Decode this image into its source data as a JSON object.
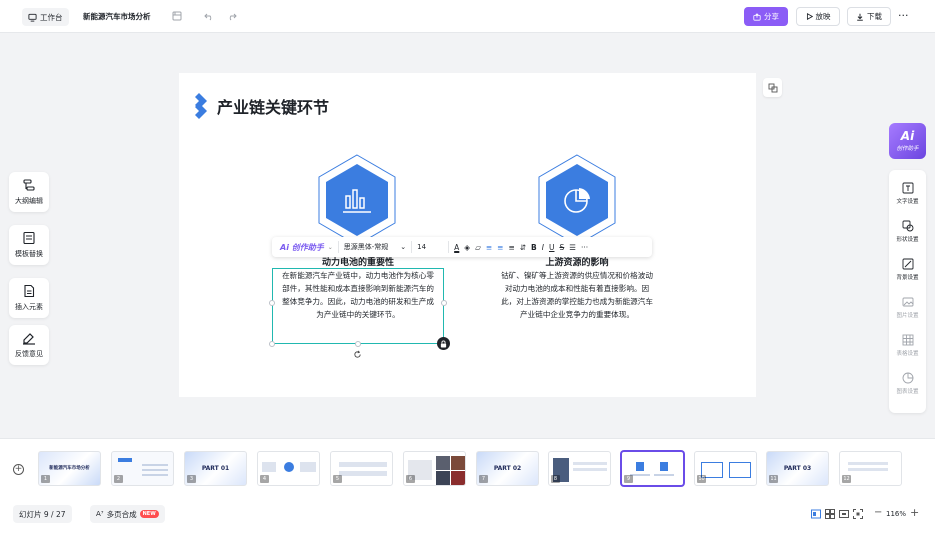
{
  "header": {
    "workspace_label": "工作台",
    "doc_title": "新能源汽车市场分析",
    "share_label": "分享",
    "play_label": "放映",
    "download_label": "下载",
    "more_label": "···"
  },
  "left_tools": [
    {
      "label": "大纲编辑",
      "icon": "outline-icon"
    },
    {
      "label": "模板替换",
      "icon": "template-icon"
    },
    {
      "label": "插入元素",
      "icon": "insert-icon"
    },
    {
      "label": "反馈意见",
      "icon": "feedback-icon"
    }
  ],
  "slide": {
    "title": "产业链关键环节",
    "items": [
      {
        "heading": "动力电池的重要性",
        "icon": "bar-chart-icon",
        "lines": [
          "在新能源汽车产业链中，动力电池作为核心零",
          "部件，其性能和成本直接影响到新能源汽车的",
          "整体竞争力。因此，动力电池的研发和生产成",
          "为产业链中的关键环节。"
        ]
      },
      {
        "heading": "上游资源的影响",
        "icon": "pie-chart-icon",
        "lines": [
          "钴矿、镍矿等上游资源的供应情况和价格波动",
          "对动力电池的成本和性能有着直接影响。因",
          "此，对上游资源的掌控能力也成为新能源汽车",
          "产业链中企业竞争力的重要体现。"
        ]
      }
    ]
  },
  "text_toolbar": {
    "ai_label": "Ai 创作助手",
    "font_name": "思源黑体-常规",
    "font_size": "14",
    "tools": [
      "A",
      "◈",
      "▱",
      "≡",
      "≡",
      "≡",
      "⇵",
      "B",
      "I",
      "U",
      "S",
      "☰",
      "···"
    ]
  },
  "right_panel": {
    "ai_big": "Ai",
    "ai_small": "创作助手",
    "items": [
      {
        "label": "文字设置",
        "icon": "text-settings-icon",
        "enabled": true
      },
      {
        "label": "形状设置",
        "icon": "shape-settings-icon",
        "enabled": true
      },
      {
        "label": "背景设置",
        "icon": "background-settings-icon",
        "enabled": true
      },
      {
        "label": "图片设置",
        "icon": "image-settings-icon",
        "enabled": false
      },
      {
        "label": "表格设置",
        "icon": "table-settings-icon",
        "enabled": false
      },
      {
        "label": "图表设置",
        "icon": "chart-settings-icon",
        "enabled": false
      }
    ]
  },
  "thumbnails": [
    {
      "num": "1",
      "text": "新能源汽车市场分析"
    },
    {
      "num": "2",
      "text": ""
    },
    {
      "num": "3",
      "text": "PART 01"
    },
    {
      "num": "4",
      "text": ""
    },
    {
      "num": "5",
      "text": ""
    },
    {
      "num": "6",
      "text": ""
    },
    {
      "num": "7",
      "text": "PART 02"
    },
    {
      "num": "8",
      "text": ""
    },
    {
      "num": "9",
      "text": ""
    },
    {
      "num": "10",
      "text": ""
    },
    {
      "num": "11",
      "text": "PART 03"
    },
    {
      "num": "12",
      "text": ""
    }
  ],
  "active_slide": 9,
  "footer": {
    "slide_counter": "幻灯片 9 / 27",
    "multi_label": "多页合成",
    "new_badge": "NEW",
    "zoom": "116%"
  },
  "colors": {
    "accent": "#8b5cf6",
    "hex_blue": "#3b7de0",
    "selection": "#21b8b0"
  }
}
